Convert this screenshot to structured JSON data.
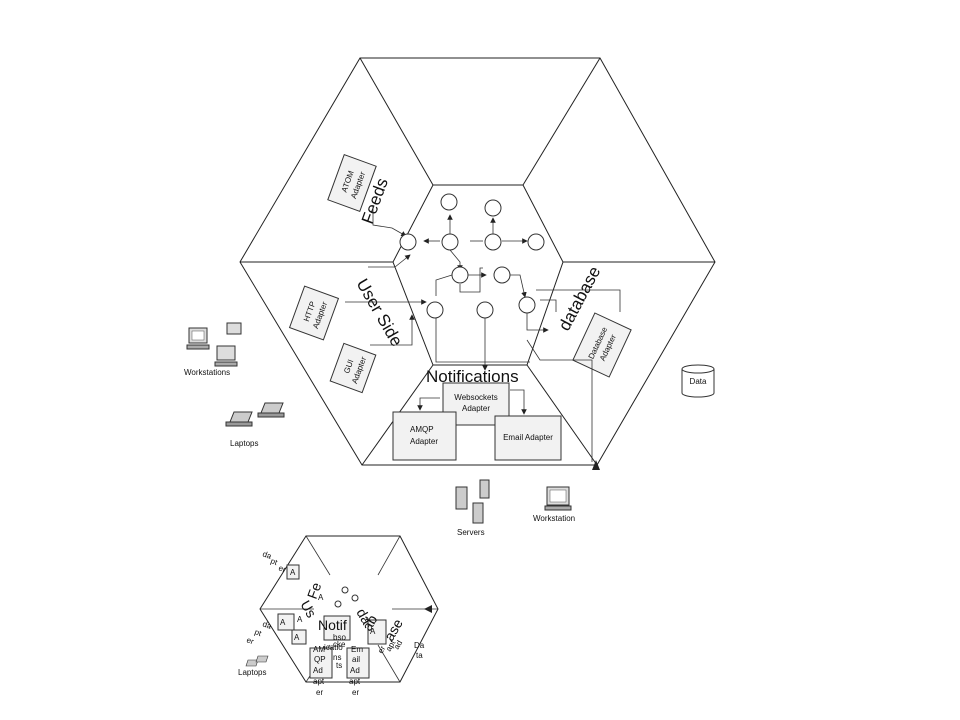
{
  "sections": {
    "feeds": "Feeds",
    "user_side": "User Side",
    "database": "database",
    "notifications": "Notifications"
  },
  "adapters": {
    "atom": [
      "ATOM",
      "Adapter"
    ],
    "http": [
      "HTTP",
      "Adapter"
    ],
    "gui": [
      "GUI",
      "Adapter"
    ],
    "database": [
      "Database",
      "Adapter"
    ],
    "websockets": [
      "Websockets",
      "Adapter"
    ],
    "amqp": [
      "AMQP",
      "Adapter"
    ],
    "email": "Email Adapter"
  },
  "devices": {
    "workstations": "Workstations",
    "laptops": "Laptops",
    "servers": "Servers",
    "workstation": "Workstation",
    "data": "Data"
  },
  "thumbnail": {
    "sections": [
      "Fe",
      "Us",
      "da",
      "Notif",
      "icatio",
      "ns",
      "ab",
      "ase"
    ],
    "fragments": [
      "A",
      "A",
      "A",
      "da",
      "pt",
      "er",
      "Ad",
      "apt",
      "er",
      "Ad",
      "apt",
      "er",
      "AM",
      "QP",
      "bso",
      "cke",
      "ts",
      "Em",
      "ail",
      "Da",
      "ta",
      "ad",
      "apt",
      "er",
      "A",
      "A",
      "A",
      "da",
      "pt",
      "er"
    ],
    "laptops": "Laptops"
  },
  "colors": {
    "line": "#222222",
    "box_fill": "#f2f2f2",
    "background": "#ffffff"
  }
}
